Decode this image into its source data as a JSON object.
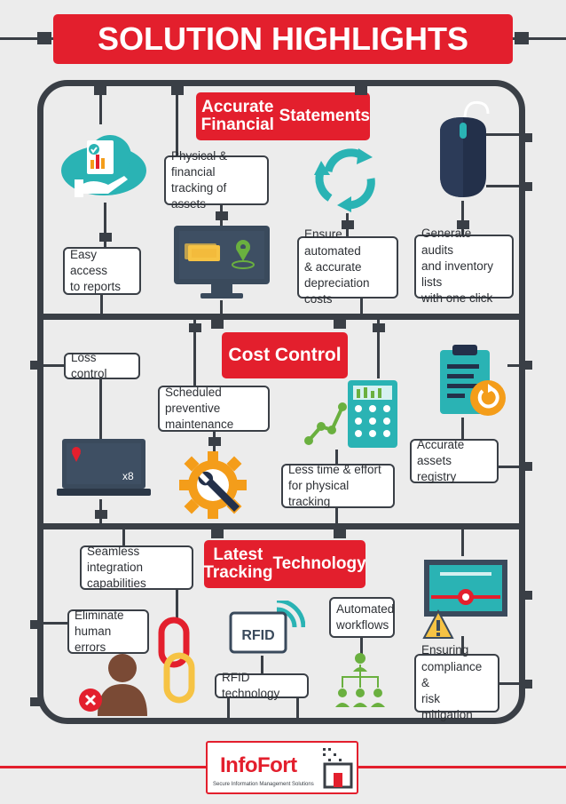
{
  "header": {
    "title": "SOLUTION HIGHLIGHTS"
  },
  "sections": [
    {
      "title": [
        "Accurate Financial",
        "Statements"
      ]
    },
    {
      "title": [
        "Cost Control"
      ]
    },
    {
      "title": [
        "Latest Tracking",
        "Technology"
      ]
    }
  ],
  "labels": {
    "easy_access": [
      "Easy access",
      "to reports"
    ],
    "physical_financial": [
      "Physical & financial",
      "tracking of assets"
    ],
    "ensure_automated": [
      "Ensure automated",
      "& accurate",
      "depreciation costs"
    ],
    "generate_audits": [
      "Generate audits",
      "and inventory lists",
      "with one click"
    ],
    "loss_control": [
      "Loss control"
    ],
    "scheduled_maintenance": [
      "Scheduled preventive",
      "maintenance"
    ],
    "less_time": [
      "Less time & effort",
      "for physical tracking"
    ],
    "accurate_registry": [
      "Accurate",
      "assets registry"
    ],
    "seamless_integration": [
      "Seamless integration",
      "capabilities"
    ],
    "eliminate_errors": [
      "Eliminate",
      "human errors"
    ],
    "rfid_technology": [
      "RFID technology"
    ],
    "automated_workflows": [
      "Automated",
      "workflows"
    ],
    "ensuring_compliance": [
      "Ensuring",
      "compliance &",
      "risk mitigation"
    ]
  },
  "icons": {
    "laptop_badge": "x8",
    "rfid_text": "RFID"
  },
  "footer": {
    "brand": "InfoFort",
    "tagline": "Secure Information Management Solutions"
  },
  "colors": {
    "accent_red": "#e31f2d",
    "frame_gray": "#3a3f46",
    "teal": "#2ab3b4",
    "orange": "#f49d1a",
    "green": "#6ab03f",
    "background": "#ececec"
  }
}
